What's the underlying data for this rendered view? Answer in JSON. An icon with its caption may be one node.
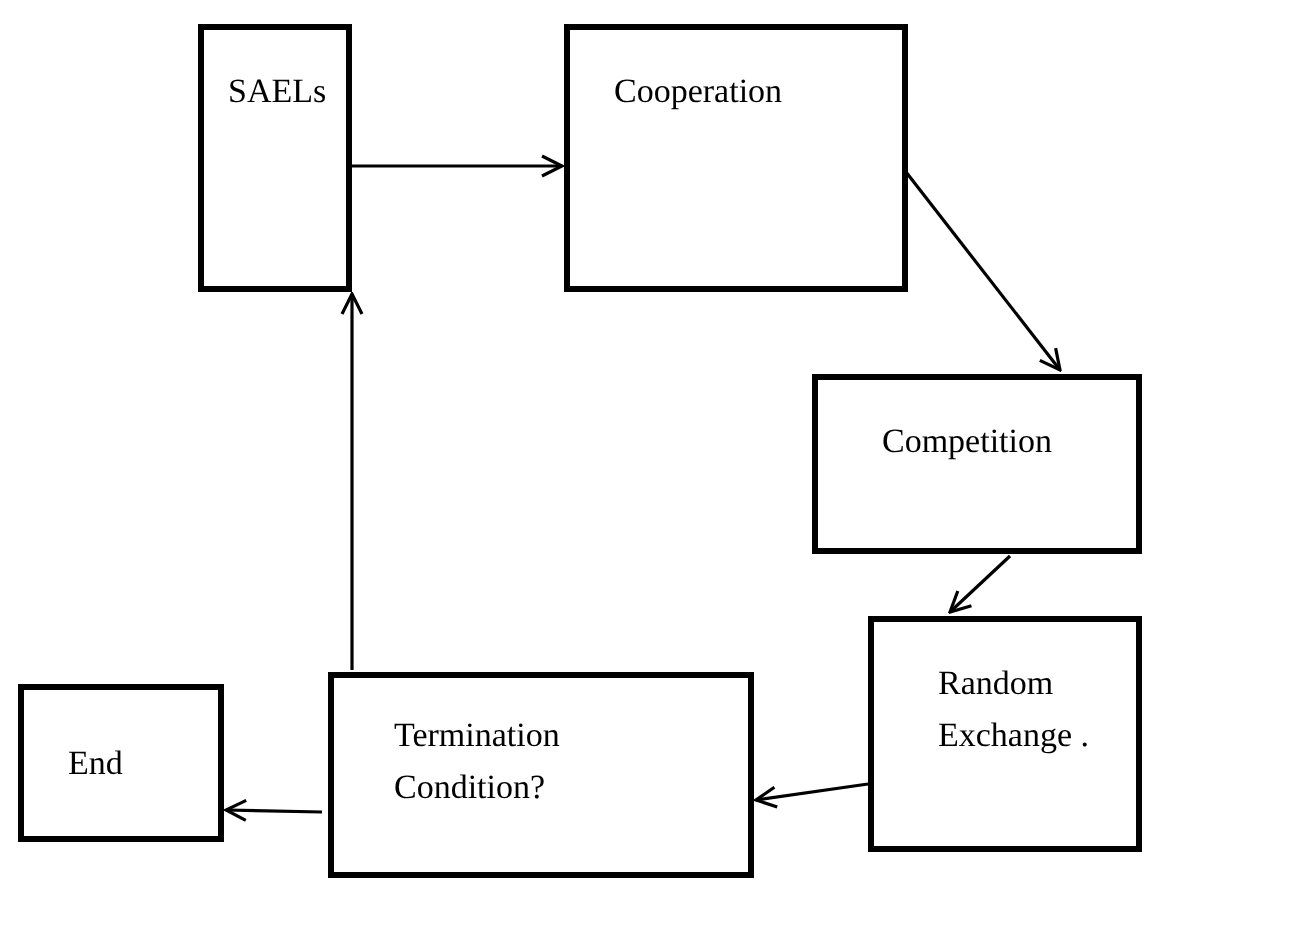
{
  "diagram": {
    "nodes": [
      {
        "text": [
          "SAELs"
        ]
      },
      {
        "text": [
          "Cooperation"
        ]
      },
      {
        "text": [
          "Competition"
        ]
      },
      {
        "text": [
          "Random Exchange ."
        ]
      },
      {
        "text": [
          "Termination Condition?"
        ]
      },
      {
        "text": [
          "End"
        ]
      }
    ],
    "edges": [
      {
        "from": 0,
        "to": 1,
        "arrow": "to"
      },
      {
        "from": 1,
        "to": 2,
        "arrow": "to"
      },
      {
        "from": 2,
        "to": 3,
        "arrow": "to"
      },
      {
        "from": 3,
        "to": 4,
        "arrow": "to"
      },
      {
        "from": 4,
        "to": 5,
        "arrow": "to"
      },
      {
        "from": 4,
        "to": 0,
        "arrow": "to"
      }
    ]
  }
}
